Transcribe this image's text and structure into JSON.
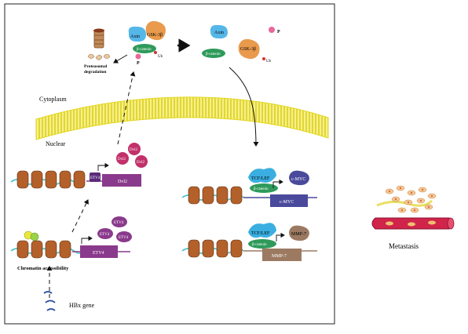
{
  "compartments": {
    "cytoplasm": "Cytoplasm",
    "nuclear": "Nuclear"
  },
  "destruction_complex": {
    "axin": "Axin",
    "gsk": "GSK-3β",
    "bcat": "β-catenin",
    "p": "P",
    "ub": "Ub"
  },
  "free_complex": {
    "axin": "Axin",
    "gsk": "GSK-3β",
    "bcat": "β-catenin",
    "p": "P",
    "ub": "Ub"
  },
  "degradation_label": [
    "Proteasomal",
    "degradation"
  ],
  "dvl": {
    "promoter": "ETV4",
    "gene": "Dvl2",
    "products": [
      "Dvl2",
      "Dvl2",
      "Dvl2"
    ]
  },
  "etv4": {
    "promoter": "",
    "gene": "ETV4",
    "products": [
      "ETV4",
      "ETV4",
      "ETV4"
    ]
  },
  "chromatin_label": "Chromatin accessibility",
  "hbx_label": "HBx gene",
  "cmyc": {
    "tf": "TCF/LEF",
    "bcat": "β-catenin",
    "gene": "c-MYC",
    "product": "c-MYC"
  },
  "mmp7": {
    "tf": "TCF/LEF",
    "bcat": "β-catenin",
    "gene": "MMP-7",
    "product": "MMP-7"
  },
  "metastasis_label": "Metastasis",
  "colors": {
    "membrane": "#f3ea2e",
    "axin": "#55b7e8",
    "gsk": "#e99a4c",
    "bcat": "#2f9a5a",
    "phospho": "#e8689b",
    "ub": "#d63030",
    "etv4": "#8a3a8c",
    "dvl": "#c2306a",
    "dna": "#49c4cc",
    "nucleosome": "#b4602a",
    "tcf": "#3aaee0",
    "myc": "#4a4a9c",
    "mmp": "#9c7a62",
    "vessel": "#d0244a"
  }
}
